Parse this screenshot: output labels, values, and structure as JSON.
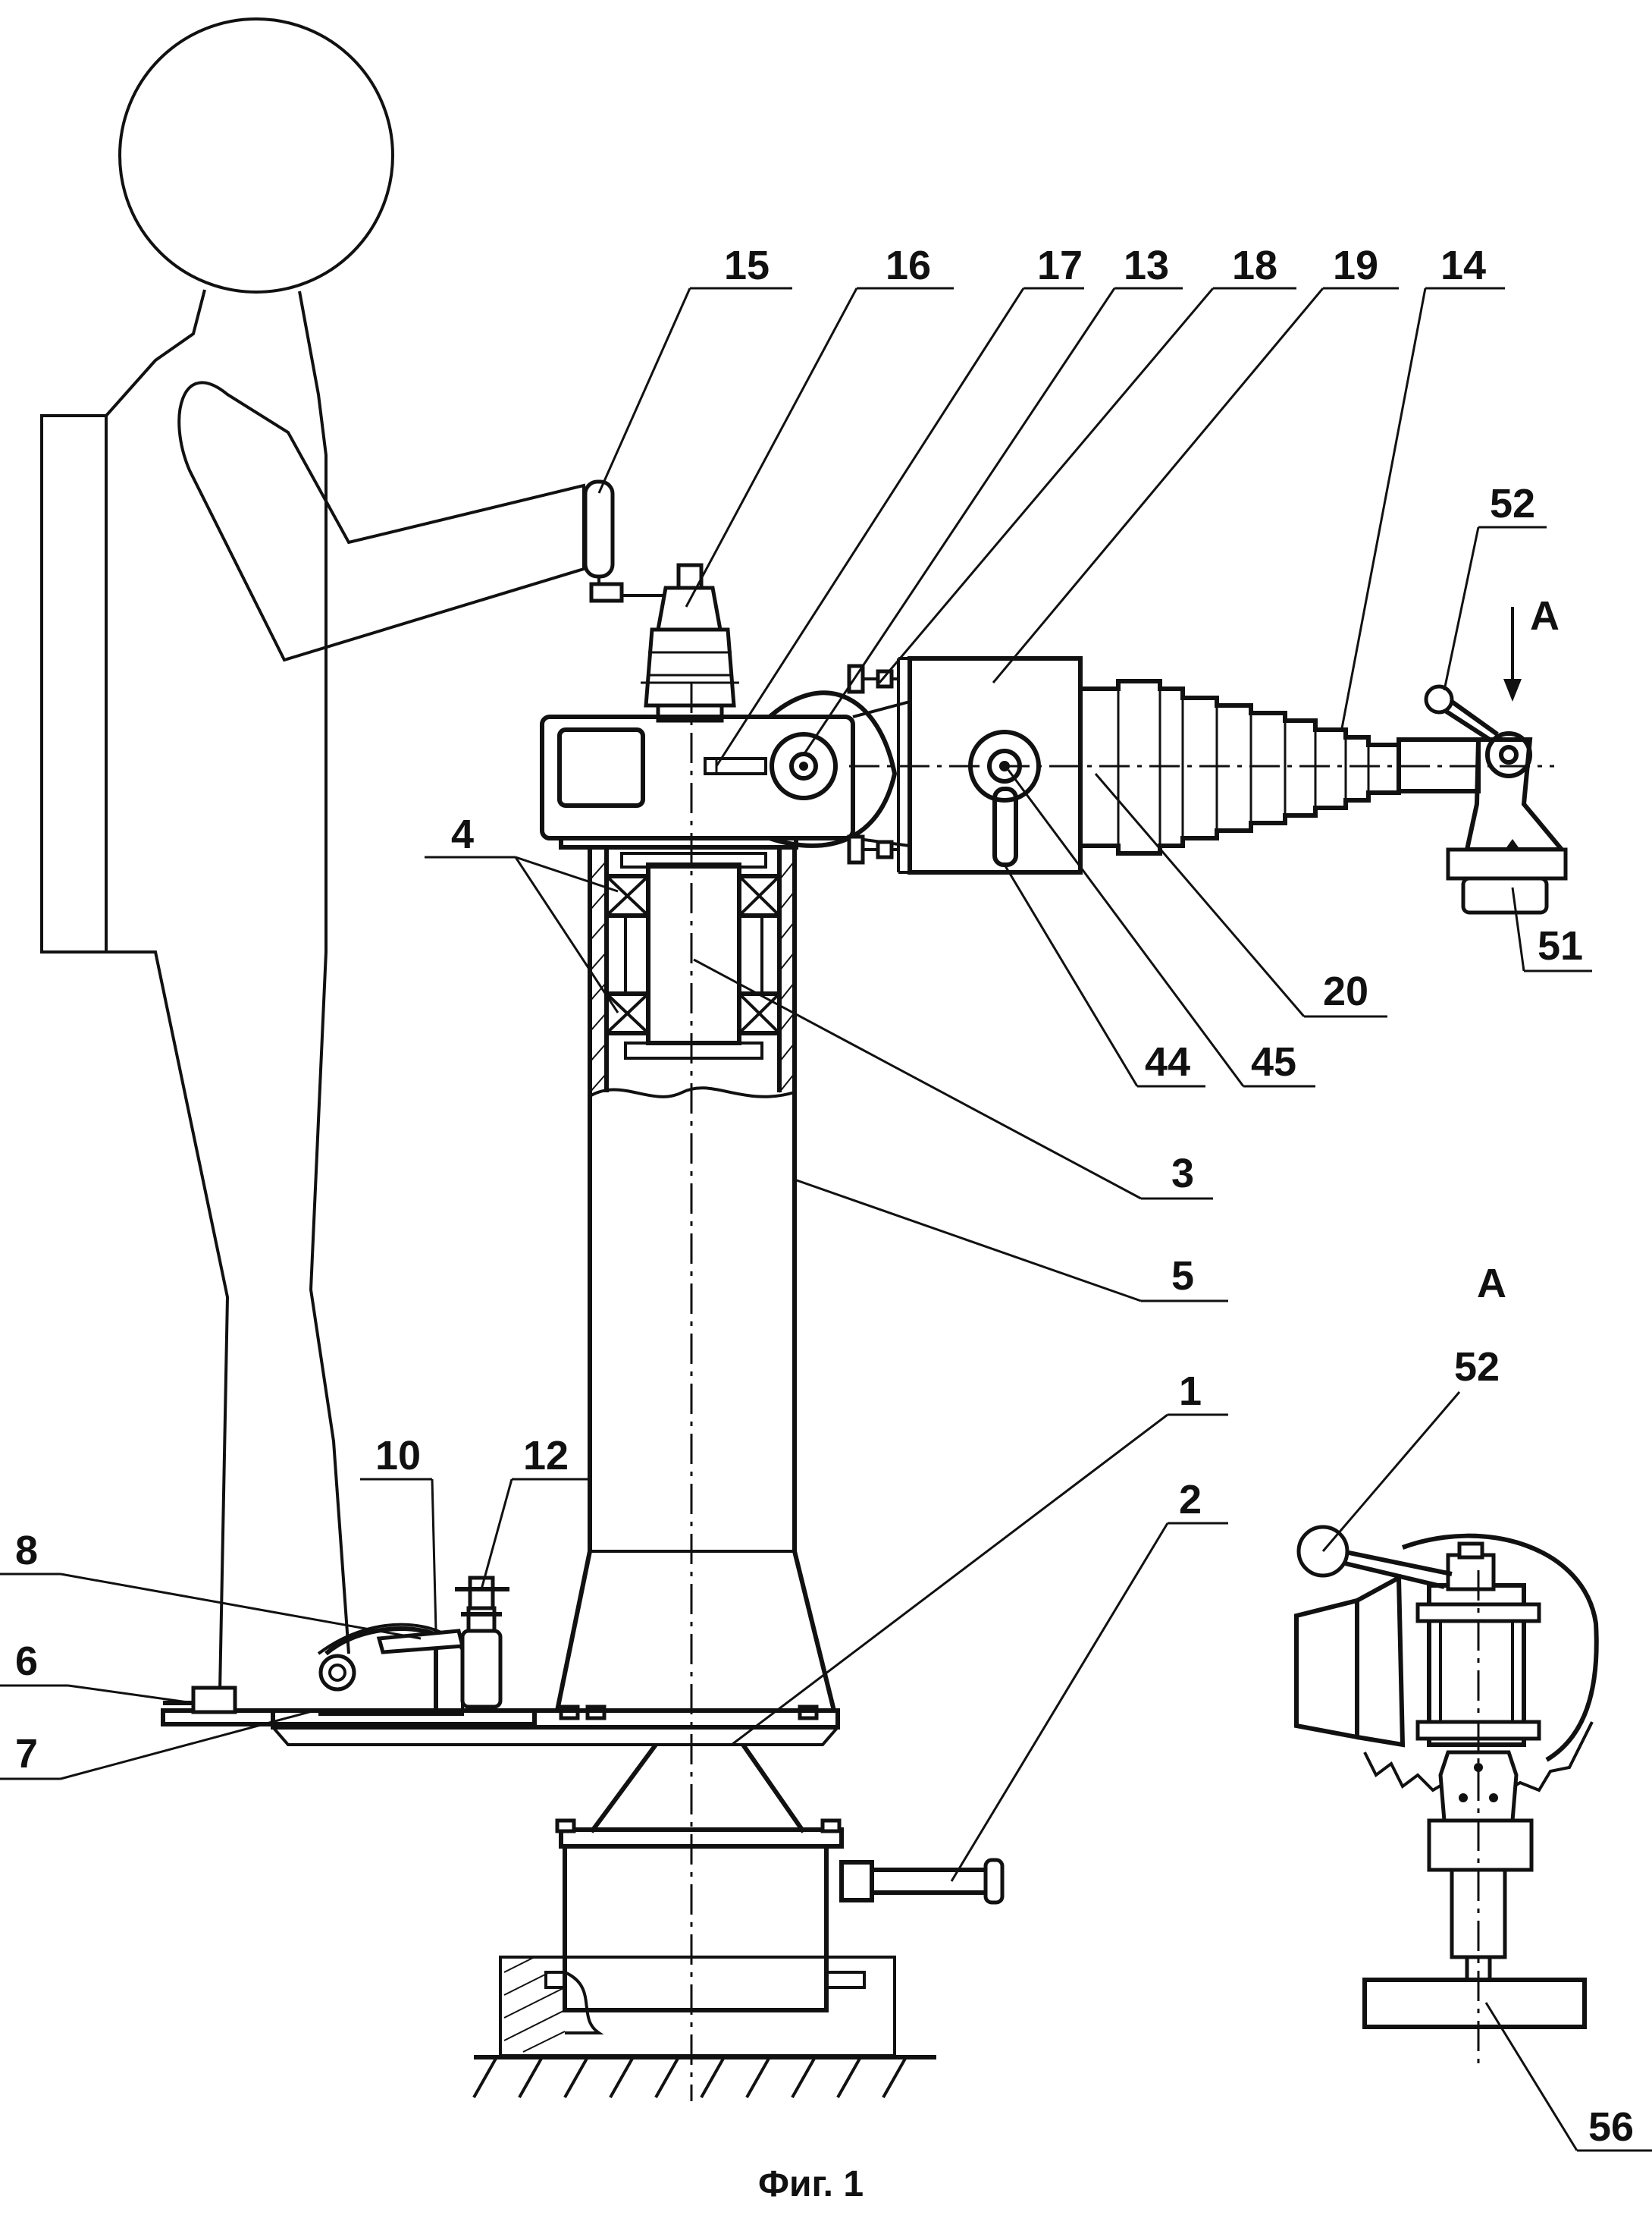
{
  "labels": {
    "l15": "15",
    "l16": "16",
    "l17": "17",
    "l13": "13",
    "l18": "18",
    "l19": "19",
    "l14": "14",
    "l52": "52",
    "lA_arrow": "A",
    "l4": "4",
    "l51": "51",
    "l20": "20",
    "l44": "44",
    "l45": "45",
    "l3": "3",
    "l5": "5",
    "lA_view": "A",
    "l52_view": "52",
    "l1": "1",
    "l10": "10",
    "l12": "12",
    "l2": "2",
    "l8": "8",
    "l6": "6",
    "l7": "7",
    "l56": "56"
  },
  "caption": "Фиг. 1"
}
